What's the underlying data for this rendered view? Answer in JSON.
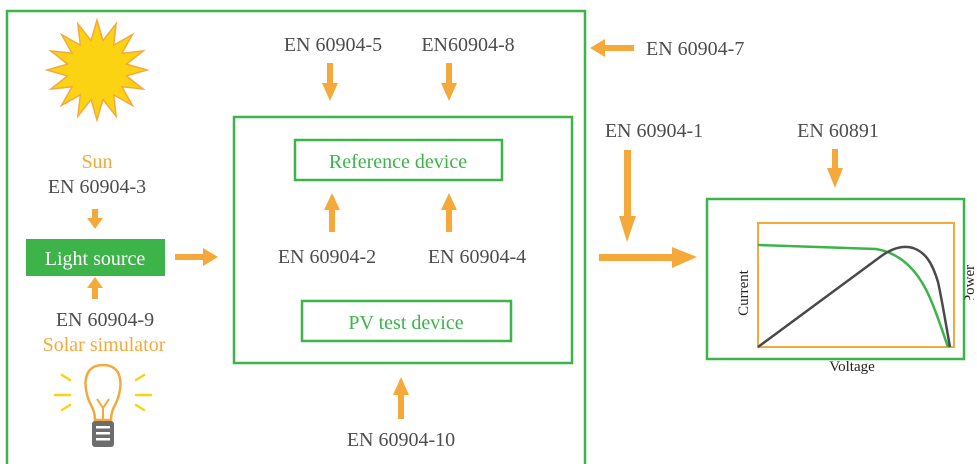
{
  "colors": {
    "green": "#3db44a",
    "orange": "#f5a93b",
    "gray": "#4d4d4d",
    "sun": "#fbd313",
    "curve_dark": "#4a4a4a"
  },
  "sources": {
    "sun_label": "Sun",
    "sun_standard": "EN 60904-3",
    "light_source": "Light source",
    "simulator_standard": "EN 60904-9",
    "simulator_label": "Solar simulator"
  },
  "lab": {
    "top_left_standard": "EN 60904-5",
    "top_right_standard": "EN60904-8",
    "side_standard": "EN 60904-7",
    "reference_device": "Reference device",
    "reference_left_standard": "EN 60904-2",
    "reference_right_standard": "EN 60904-4",
    "pv_test_device": "PV test device",
    "bottom_standard": "EN 60904-10"
  },
  "output": {
    "left_standard": "EN 60904-1",
    "right_standard": "EN 60891",
    "y_label": "Current",
    "x_label": "Voltage",
    "y2_label": "Power"
  },
  "icons": {
    "sun": "sun-icon",
    "bulb": "light-bulb-icon"
  }
}
